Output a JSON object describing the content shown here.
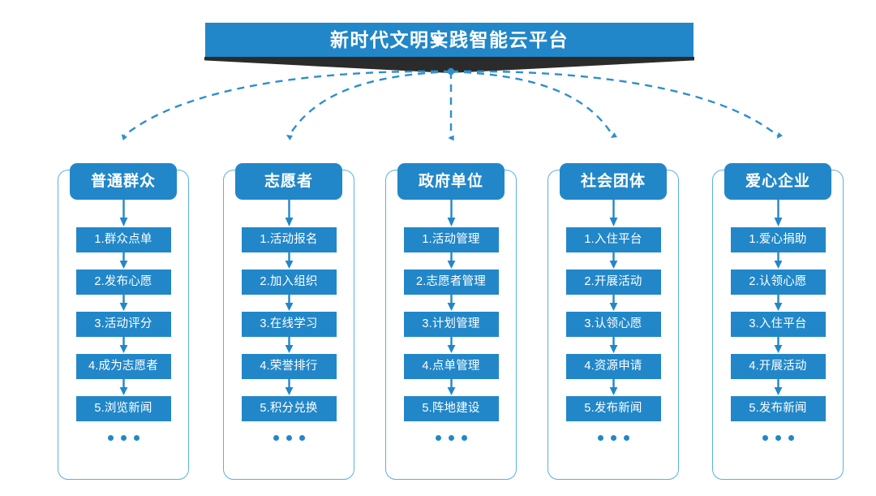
{
  "header": {
    "title": "新时代文明实践智能云平台",
    "banner_color": "#2287c8",
    "fold_color": "#2b2b2b"
  },
  "theme": {
    "accent": "#2287c8",
    "frame_border": "#5bb0e0",
    "connector": "#2d8fcd",
    "background": "#ffffff"
  },
  "columns": [
    {
      "title": "普通群众",
      "items": [
        "1.群众点单",
        "2.发布心愿",
        "3.活动评分",
        "4.成为志愿者",
        "5.浏览新闻"
      ],
      "more": "..."
    },
    {
      "title": "志愿者",
      "items": [
        "1.活动报名",
        "2.加入组织",
        "3.在线学习",
        "4.荣誉排行",
        "5.积分兑换"
      ],
      "more": "..."
    },
    {
      "title": "政府单位",
      "items": [
        "1.活动管理",
        "2.志愿者管理",
        "3.计划管理",
        "4.点单管理",
        "5.阵地建设"
      ],
      "more": "..."
    },
    {
      "title": "社会团体",
      "items": [
        "1.入住平台",
        "2.开展活动",
        "3.认领心愿",
        "4.资源申请",
        "5.发布新闻"
      ],
      "more": "..."
    },
    {
      "title": "爱心企业",
      "items": [
        "1.爱心捐助",
        "2.认领心愿",
        "3.入住平台",
        "4.开展活动",
        "5.发布新闻"
      ],
      "more": "..."
    }
  ]
}
